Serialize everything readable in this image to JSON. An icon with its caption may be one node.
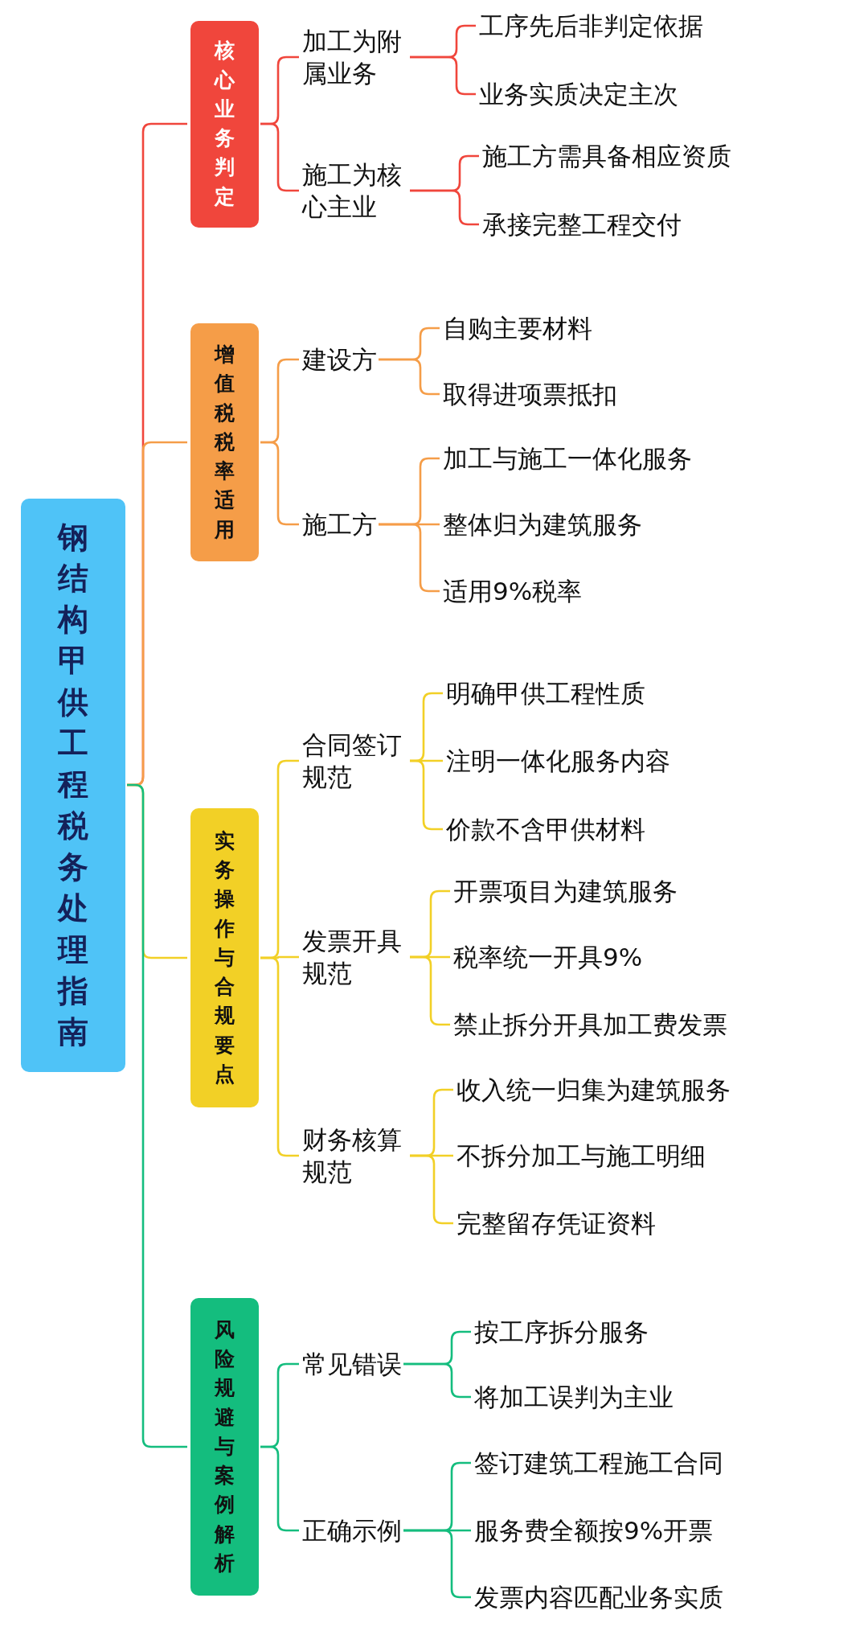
{
  "diagram": {
    "nodes": [
      {
        "text": [
          "钢结构甲供工程税务处理指南"
        ]
      },
      {
        "text": [
          "核心业务判定"
        ]
      },
      {
        "text": [
          "加工为附属业务"
        ]
      },
      {
        "text": [
          "工序先后非判定依据"
        ]
      },
      {
        "text": [
          "业务实质决定主次"
        ]
      },
      {
        "text": [
          "施工为核心主业"
        ]
      },
      {
        "text": [
          "施工方需具备相应资质"
        ]
      },
      {
        "text": [
          "承接完整工程交付"
        ]
      },
      {
        "text": [
          "增值税税率适用"
        ]
      },
      {
        "text": [
          "建设方"
        ]
      },
      {
        "text": [
          "自购主要材料"
        ]
      },
      {
        "text": [
          "取得进项票抵扣"
        ]
      },
      {
        "text": [
          "施工方"
        ]
      },
      {
        "text": [
          "加工与施工一体化服务"
        ]
      },
      {
        "text": [
          "整体归为建筑服务"
        ]
      },
      {
        "text": [
          "适用9%税率"
        ]
      },
      {
        "text": [
          "实务操作与合规要点"
        ]
      },
      {
        "text": [
          "合同签订规范"
        ]
      },
      {
        "text": [
          "明确甲供工程性质"
        ]
      },
      {
        "text": [
          "注明一体化服务内容"
        ]
      },
      {
        "text": [
          "价款不含甲供材料"
        ]
      },
      {
        "text": [
          "发票开具规范"
        ]
      },
      {
        "text": [
          "开票项目为建筑服务"
        ]
      },
      {
        "text": [
          "税率统一开具9%"
        ]
      },
      {
        "text": [
          "禁止拆分开具加工费发票"
        ]
      },
      {
        "text": [
          "财务核算规范"
        ]
      },
      {
        "text": [
          "收入统一归集为建筑服务"
        ]
      },
      {
        "text": [
          "不拆分加工与施工明细"
        ]
      },
      {
        "text": [
          "完整留存凭证资料"
        ]
      },
      {
        "text": [
          "风险规避与案例解析"
        ]
      },
      {
        "text": [
          "常见错误"
        ]
      },
      {
        "text": [
          "按工序拆分服务"
        ]
      },
      {
        "text": [
          "将加工误判为主业"
        ]
      },
      {
        "text": [
          "正确示例"
        ]
      },
      {
        "text": [
          "签订建筑工程施工合同"
        ]
      },
      {
        "text": [
          "服务费全额按9%开票"
        ]
      },
      {
        "text": [
          "发票内容匹配业务实质"
        ]
      }
    ],
    "edges": [
      {
        "from": 0,
        "to": 1,
        "arrow": "none",
        "color": "#f0463c"
      },
      {
        "from": 1,
        "to": 2,
        "arrow": "none",
        "color": "#f0463c"
      },
      {
        "from": 2,
        "to": 3,
        "arrow": "none",
        "color": "#f0463c"
      },
      {
        "from": 2,
        "to": 4,
        "arrow": "none",
        "color": "#f0463c"
      },
      {
        "from": 1,
        "to": 5,
        "arrow": "none",
        "color": "#f0463c"
      },
      {
        "from": 5,
        "to": 6,
        "arrow": "none",
        "color": "#f0463c"
      },
      {
        "from": 5,
        "to": 7,
        "arrow": "none",
        "color": "#f0463c"
      },
      {
        "from": 0,
        "to": 8,
        "arrow": "none",
        "color": "#f59d48"
      },
      {
        "from": 8,
        "to": 9,
        "arrow": "none",
        "color": "#f59d48"
      },
      {
        "from": 9,
        "to": 10,
        "arrow": "none",
        "color": "#f59d48"
      },
      {
        "from": 9,
        "to": 11,
        "arrow": "none",
        "color": "#f59d48"
      },
      {
        "from": 8,
        "to": 12,
        "arrow": "none",
        "color": "#f59d48"
      },
      {
        "from": 12,
        "to": 13,
        "arrow": "none",
        "color": "#f59d48"
      },
      {
        "from": 12,
        "to": 14,
        "arrow": "none",
        "color": "#f59d48"
      },
      {
        "from": 12,
        "to": 15,
        "arrow": "none",
        "color": "#f59d48"
      },
      {
        "from": 0,
        "to": 16,
        "arrow": "none",
        "color": "#f2d026"
      },
      {
        "from": 16,
        "to": 17,
        "arrow": "none",
        "color": "#f2d026"
      },
      {
        "from": 17,
        "to": 18,
        "arrow": "none",
        "color": "#f2d026"
      },
      {
        "from": 17,
        "to": 19,
        "arrow": "none",
        "color": "#f2d026"
      },
      {
        "from": 17,
        "to": 20,
        "arrow": "none",
        "color": "#f2d026"
      },
      {
        "from": 16,
        "to": 21,
        "arrow": "none",
        "color": "#f2d026"
      },
      {
        "from": 21,
        "to": 22,
        "arrow": "none",
        "color": "#f2d026"
      },
      {
        "from": 21,
        "to": 23,
        "arrow": "none",
        "color": "#f2d026"
      },
      {
        "from": 21,
        "to": 24,
        "arrow": "none",
        "color": "#f2d026"
      },
      {
        "from": 16,
        "to": 25,
        "arrow": "none",
        "color": "#f2d026"
      },
      {
        "from": 25,
        "to": 26,
        "arrow": "none",
        "color": "#f2d026"
      },
      {
        "from": 25,
        "to": 27,
        "arrow": "none",
        "color": "#f2d026"
      },
      {
        "from": 25,
        "to": 28,
        "arrow": "none",
        "color": "#f2d026"
      },
      {
        "from": 0,
        "to": 29,
        "arrow": "none",
        "color": "#14bd7e"
      },
      {
        "from": 29,
        "to": 30,
        "arrow": "none",
        "color": "#14bd7e"
      },
      {
        "from": 30,
        "to": 31,
        "arrow": "none",
        "color": "#14bd7e"
      },
      {
        "from": 30,
        "to": 32,
        "arrow": "none",
        "color": "#14bd7e"
      },
      {
        "from": 29,
        "to": 33,
        "arrow": "none",
        "color": "#14bd7e"
      },
      {
        "from": 33,
        "to": 34,
        "arrow": "none",
        "color": "#14bd7e"
      },
      {
        "from": 33,
        "to": 35,
        "arrow": "none",
        "color": "#14bd7e"
      },
      {
        "from": 33,
        "to": 36,
        "arrow": "none",
        "color": "#14bd7e"
      }
    ]
  }
}
